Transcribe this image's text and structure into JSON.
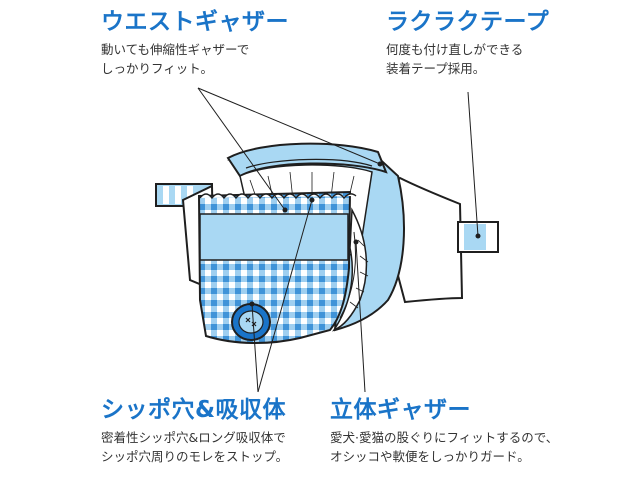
{
  "colors": {
    "accent": "#1a74c8",
    "diaper_blue": "#a9d8f3",
    "outline": "#1f1f1f",
    "check_blue": "#4ea3e0"
  },
  "features": {
    "waist_gather": {
      "title": "ウエストギャザー",
      "desc_lines": [
        "動いても伸縮性ギャザーで",
        "しっかりフィット。"
      ]
    },
    "easy_tape": {
      "title": "ラクラクテープ",
      "desc_lines": [
        "何度も付け直しができる",
        "装着テープ採用。"
      ]
    },
    "tail_hole": {
      "title": "シッポ穴&吸収体",
      "desc_lines": [
        "密着性シッポ穴&ロング吸収体で",
        "シッポ穴周りのモレをストップ。"
      ]
    },
    "leg_gather": {
      "title": "立体ギャザー",
      "desc_lines": [
        "愛犬·愛猫の股ぐりにフィットするので、",
        "オシッコや軟便をしっかりガード。"
      ]
    }
  },
  "illustration": {
    "subject": "pet diaper",
    "icons": [
      "tail-hole-icon",
      "tape-tab-icon"
    ]
  }
}
